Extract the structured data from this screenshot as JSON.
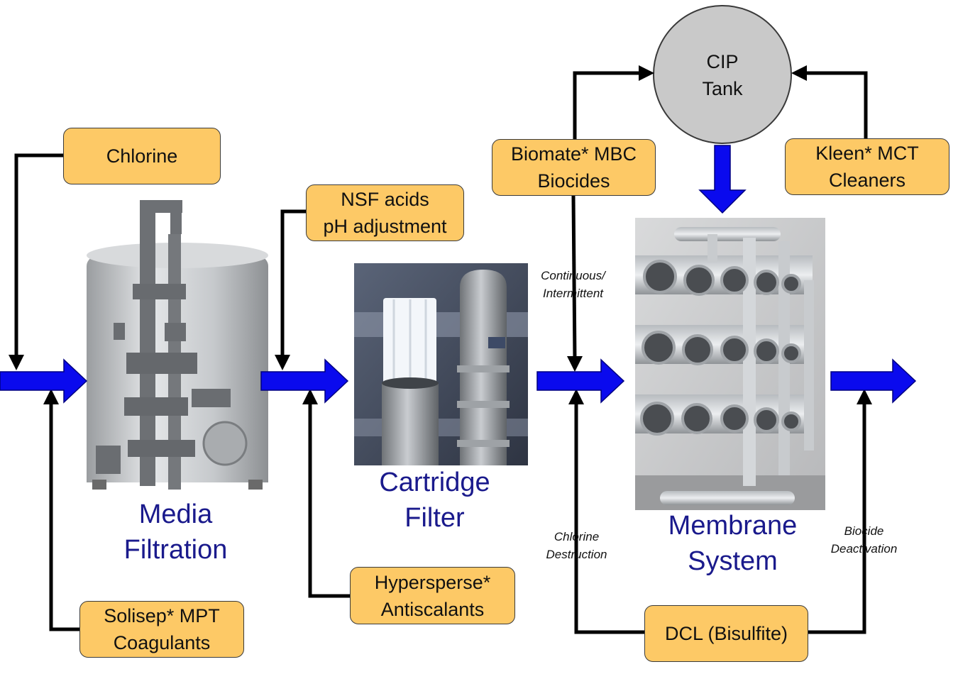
{
  "colors": {
    "flow_arrow": "#0a0aee",
    "box_fill": "#fdc966",
    "title_text": "#1a1a8c",
    "connector": "#000000",
    "tank_fill": "#c9c9c9"
  },
  "cip_tank": {
    "lines": [
      "CIP",
      "Tank"
    ]
  },
  "chemicals": {
    "chlorine": {
      "lines": [
        "Chlorine"
      ]
    },
    "nsf_acids": {
      "lines": [
        "NSF acids",
        "pH adjustment"
      ]
    },
    "biomate": {
      "lines": [
        "Biomate* MBC",
        "Biocides"
      ]
    },
    "kleen": {
      "lines": [
        "Kleen* MCT",
        "Cleaners"
      ]
    },
    "hypersperse": {
      "lines": [
        "Hypersperse*",
        "Antiscalants"
      ]
    },
    "solisep": {
      "lines": [
        "Solisep* MPT",
        "Coagulants"
      ]
    },
    "dcl": {
      "lines": [
        "DCL (Bisulfite)"
      ]
    }
  },
  "equipment": {
    "media_filtration": {
      "lines": [
        "Media",
        "Filtration"
      ]
    },
    "cartridge_filter": {
      "lines": [
        "Cartridge",
        "Filter"
      ]
    },
    "membrane_system": {
      "lines": [
        "Membrane",
        "System"
      ]
    }
  },
  "notes": {
    "continuous": {
      "lines": [
        "Continuous/",
        "Intermittent"
      ]
    },
    "chlorine_destruction": {
      "lines": [
        "Chlorine",
        "Destruction"
      ]
    },
    "biocide_deactivation": {
      "lines": [
        "Biocide",
        "Deactivation"
      ]
    }
  }
}
